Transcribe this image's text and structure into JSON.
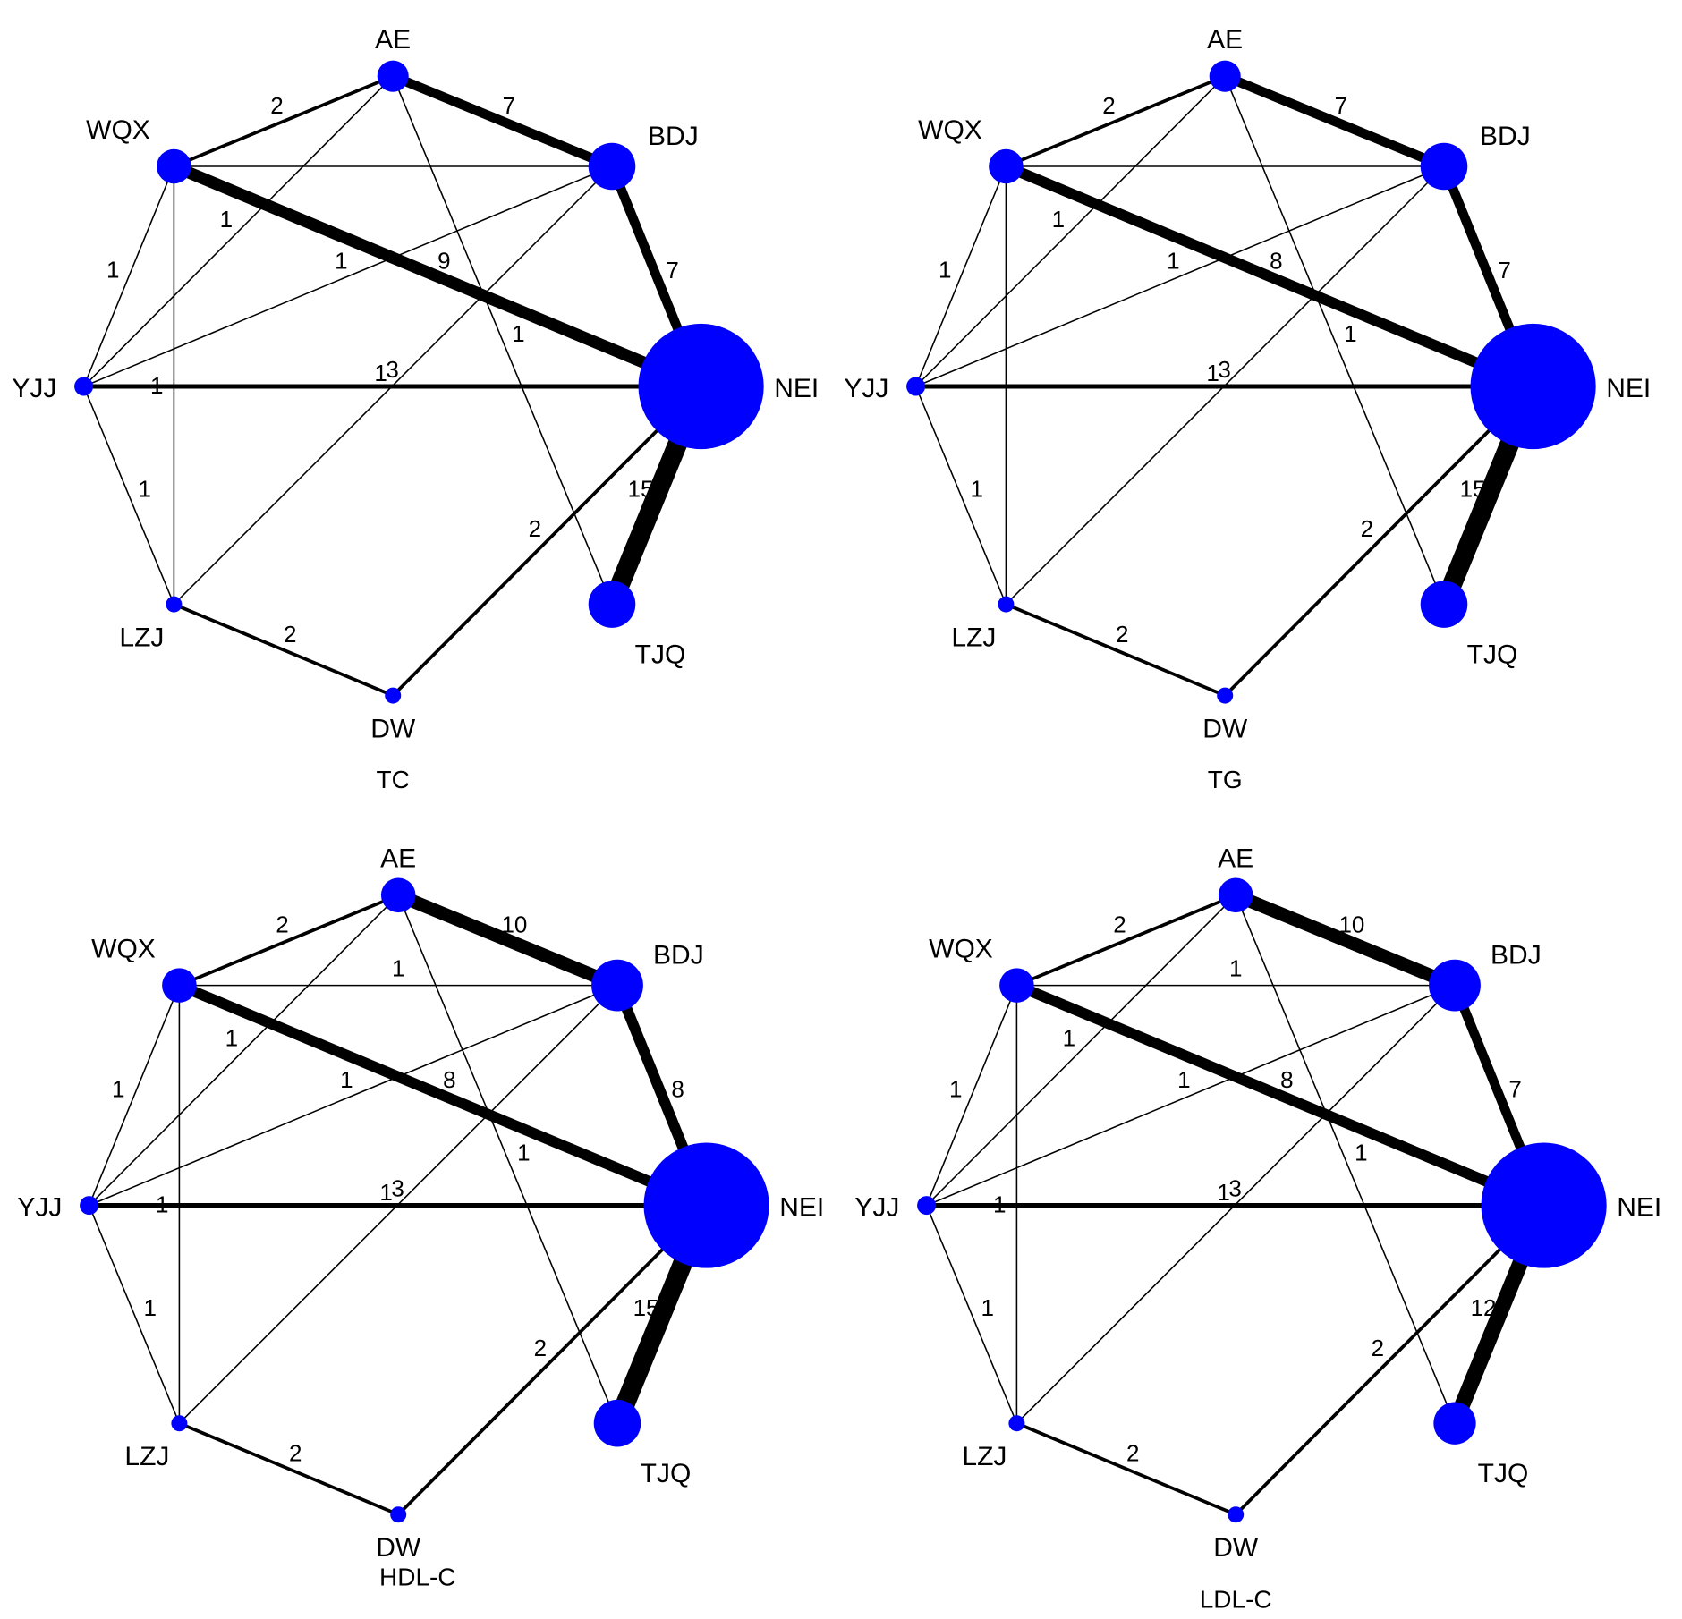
{
  "colors": {
    "node": "#0000ff",
    "edge": "#000000",
    "background": "#ffffff"
  },
  "networks": [
    {
      "title": "TC",
      "nodes": [
        {
          "id": "AE",
          "label": "AE",
          "size": 2
        },
        {
          "id": "BDJ",
          "label": "BDJ",
          "size": 3
        },
        {
          "id": "NEI",
          "label": "NEI",
          "size": 8
        },
        {
          "id": "TJQ",
          "label": "TJQ",
          "size": 3
        },
        {
          "id": "DW",
          "label": "DW",
          "size": 1
        },
        {
          "id": "LZJ",
          "label": "LZJ",
          "size": 1
        },
        {
          "id": "YJJ",
          "label": "YJJ",
          "size": 1.2
        },
        {
          "id": "WQX",
          "label": "WQX",
          "size": 2.2
        }
      ],
      "edges": [
        {
          "from": "AE",
          "to": "WQX",
          "weight": 2,
          "label": "2"
        },
        {
          "from": "AE",
          "to": "BDJ",
          "weight": 7,
          "label": "7"
        },
        {
          "from": "AE",
          "to": "YJJ",
          "weight": 1,
          "label": "1"
        },
        {
          "from": "AE",
          "to": "TJQ",
          "weight": 1,
          "label": "1"
        },
        {
          "from": "WQX",
          "to": "BDJ",
          "weight": 1,
          "label": ""
        },
        {
          "from": "WQX",
          "to": "NEI",
          "weight": 9,
          "label": "9"
        },
        {
          "from": "WQX",
          "to": "YJJ",
          "weight": 1,
          "label": "1"
        },
        {
          "from": "WQX",
          "to": "LZJ",
          "weight": 1,
          "label": "1"
        },
        {
          "from": "BDJ",
          "to": "NEI",
          "weight": 7,
          "label": "7"
        },
        {
          "from": "BDJ",
          "to": "YJJ",
          "weight": 1,
          "label": "1"
        },
        {
          "from": "BDJ",
          "to": "LZJ",
          "weight": 1,
          "label": "1"
        },
        {
          "from": "YJJ",
          "to": "NEI",
          "weight": 3,
          "label": "3"
        },
        {
          "from": "YJJ",
          "to": "LZJ",
          "weight": 1,
          "label": "1"
        },
        {
          "from": "NEI",
          "to": "TJQ",
          "weight": 15,
          "label": "15"
        },
        {
          "from": "NEI",
          "to": "DW",
          "weight": 2,
          "label": "2"
        },
        {
          "from": "LZJ",
          "to": "DW",
          "weight": 2,
          "label": "2"
        }
      ]
    },
    {
      "title": "TG",
      "nodes": [
        {
          "id": "AE",
          "label": "AE",
          "size": 2
        },
        {
          "id": "BDJ",
          "label": "BDJ",
          "size": 3
        },
        {
          "id": "NEI",
          "label": "NEI",
          "size": 8
        },
        {
          "id": "TJQ",
          "label": "TJQ",
          "size": 3
        },
        {
          "id": "DW",
          "label": "DW",
          "size": 1
        },
        {
          "id": "LZJ",
          "label": "LZJ",
          "size": 1
        },
        {
          "id": "YJJ",
          "label": "YJJ",
          "size": 1.2
        },
        {
          "id": "WQX",
          "label": "WQX",
          "size": 2.2
        }
      ],
      "edges": [
        {
          "from": "AE",
          "to": "WQX",
          "weight": 2,
          "label": "2"
        },
        {
          "from": "AE",
          "to": "BDJ",
          "weight": 7,
          "label": "7"
        },
        {
          "from": "AE",
          "to": "YJJ",
          "weight": 1,
          "label": "1"
        },
        {
          "from": "AE",
          "to": "TJQ",
          "weight": 1,
          "label": "1"
        },
        {
          "from": "WQX",
          "to": "BDJ",
          "weight": 1,
          "label": ""
        },
        {
          "from": "WQX",
          "to": "NEI",
          "weight": 8,
          "label": "8"
        },
        {
          "from": "WQX",
          "to": "YJJ",
          "weight": 1,
          "label": "1"
        },
        {
          "from": "WQX",
          "to": "LZJ",
          "weight": 1,
          "label": ""
        },
        {
          "from": "BDJ",
          "to": "NEI",
          "weight": 7,
          "label": "7"
        },
        {
          "from": "BDJ",
          "to": "YJJ",
          "weight": 1,
          "label": "1"
        },
        {
          "from": "BDJ",
          "to": "LZJ",
          "weight": 1,
          "label": "1"
        },
        {
          "from": "YJJ",
          "to": "NEI",
          "weight": 3,
          "label": "3"
        },
        {
          "from": "YJJ",
          "to": "LZJ",
          "weight": 1,
          "label": "1"
        },
        {
          "from": "NEI",
          "to": "TJQ",
          "weight": 15,
          "label": "15"
        },
        {
          "from": "NEI",
          "to": "DW",
          "weight": 2,
          "label": "2"
        },
        {
          "from": "LZJ",
          "to": "DW",
          "weight": 2,
          "label": "2"
        }
      ]
    },
    {
      "title": "HDL-C",
      "nodes": [
        {
          "id": "AE",
          "label": "AE",
          "size": 2.2
        },
        {
          "id": "BDJ",
          "label": "BDJ",
          "size": 3.3
        },
        {
          "id": "NEI",
          "label": "NEI",
          "size": 8
        },
        {
          "id": "TJQ",
          "label": "TJQ",
          "size": 3
        },
        {
          "id": "DW",
          "label": "DW",
          "size": 1
        },
        {
          "id": "LZJ",
          "label": "LZJ",
          "size": 1
        },
        {
          "id": "YJJ",
          "label": "YJJ",
          "size": 1.2
        },
        {
          "id": "WQX",
          "label": "WQX",
          "size": 2.2
        }
      ],
      "edges": [
        {
          "from": "AE",
          "to": "WQX",
          "weight": 2,
          "label": "2"
        },
        {
          "from": "AE",
          "to": "BDJ",
          "weight": 10,
          "label": "10"
        },
        {
          "from": "AE",
          "to": "YJJ",
          "weight": 1,
          "label": "1"
        },
        {
          "from": "AE",
          "to": "TJQ",
          "weight": 1,
          "label": "1"
        },
        {
          "from": "WQX",
          "to": "BDJ",
          "weight": 1,
          "label": "1"
        },
        {
          "from": "WQX",
          "to": "NEI",
          "weight": 8,
          "label": "8"
        },
        {
          "from": "WQX",
          "to": "YJJ",
          "weight": 1,
          "label": "1"
        },
        {
          "from": "WQX",
          "to": "LZJ",
          "weight": 1,
          "label": "1"
        },
        {
          "from": "BDJ",
          "to": "NEI",
          "weight": 8,
          "label": "8"
        },
        {
          "from": "BDJ",
          "to": "YJJ",
          "weight": 1,
          "label": "1"
        },
        {
          "from": "BDJ",
          "to": "LZJ",
          "weight": 1,
          "label": "1"
        },
        {
          "from": "YJJ",
          "to": "NEI",
          "weight": 3,
          "label": "3"
        },
        {
          "from": "YJJ",
          "to": "LZJ",
          "weight": 1,
          "label": "1"
        },
        {
          "from": "NEI",
          "to": "TJQ",
          "weight": 15,
          "label": "15"
        },
        {
          "from": "NEI",
          "to": "DW",
          "weight": 2,
          "label": "2"
        },
        {
          "from": "LZJ",
          "to": "DW",
          "weight": 2,
          "label": "2"
        }
      ]
    },
    {
      "title": "LDL-C",
      "nodes": [
        {
          "id": "AE",
          "label": "AE",
          "size": 2.2
        },
        {
          "id": "BDJ",
          "label": "BDJ",
          "size": 3.3
        },
        {
          "id": "NEI",
          "label": "NEI",
          "size": 8
        },
        {
          "id": "TJQ",
          "label": "TJQ",
          "size": 2.7
        },
        {
          "id": "DW",
          "label": "DW",
          "size": 1
        },
        {
          "id": "LZJ",
          "label": "LZJ",
          "size": 1
        },
        {
          "id": "YJJ",
          "label": "YJJ",
          "size": 1.2
        },
        {
          "id": "WQX",
          "label": "WQX",
          "size": 2.2
        }
      ],
      "edges": [
        {
          "from": "AE",
          "to": "WQX",
          "weight": 2,
          "label": "2"
        },
        {
          "from": "AE",
          "to": "BDJ",
          "weight": 10,
          "label": "10"
        },
        {
          "from": "AE",
          "to": "YJJ",
          "weight": 1,
          "label": "1"
        },
        {
          "from": "AE",
          "to": "TJQ",
          "weight": 1,
          "label": "1"
        },
        {
          "from": "WQX",
          "to": "BDJ",
          "weight": 1,
          "label": "1"
        },
        {
          "from": "WQX",
          "to": "NEI",
          "weight": 8,
          "label": "8"
        },
        {
          "from": "WQX",
          "to": "YJJ",
          "weight": 1,
          "label": "1"
        },
        {
          "from": "WQX",
          "to": "LZJ",
          "weight": 1,
          "label": "1"
        },
        {
          "from": "BDJ",
          "to": "NEI",
          "weight": 7,
          "label": "7"
        },
        {
          "from": "BDJ",
          "to": "YJJ",
          "weight": 1,
          "label": "1"
        },
        {
          "from": "BDJ",
          "to": "LZJ",
          "weight": 1,
          "label": "1"
        },
        {
          "from": "YJJ",
          "to": "NEI",
          "weight": 3,
          "label": "3"
        },
        {
          "from": "YJJ",
          "to": "LZJ",
          "weight": 1,
          "label": "1"
        },
        {
          "from": "NEI",
          "to": "TJQ",
          "weight": 12,
          "label": "12"
        },
        {
          "from": "NEI",
          "to": "DW",
          "weight": 2,
          "label": "2"
        },
        {
          "from": "LZJ",
          "to": "DW",
          "weight": 2,
          "label": "2"
        }
      ]
    }
  ]
}
